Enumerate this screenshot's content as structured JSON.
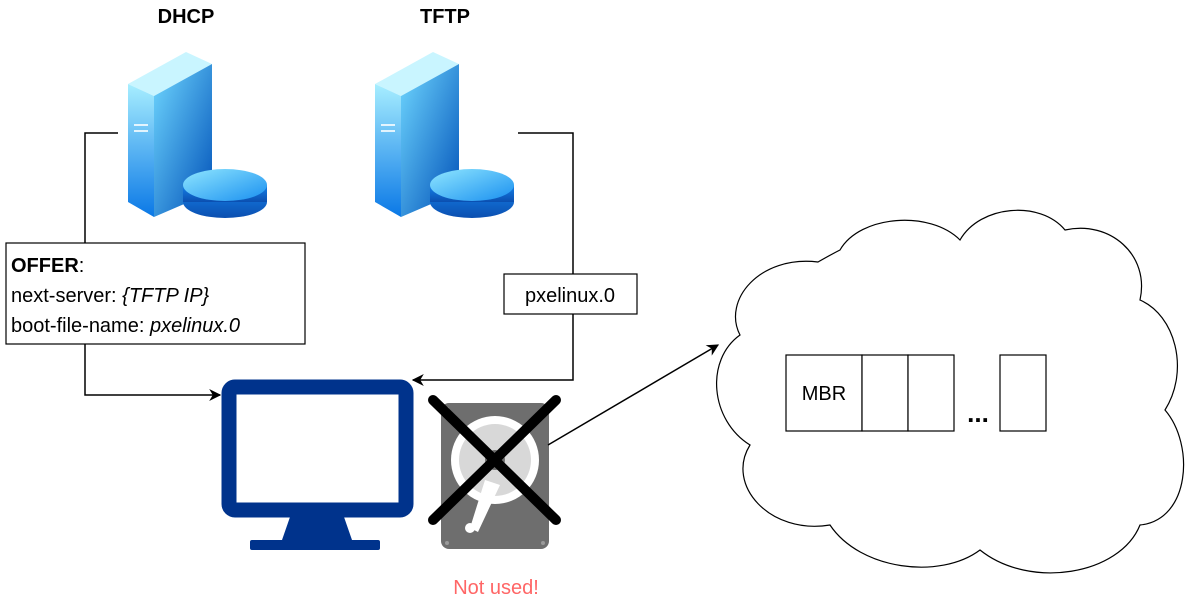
{
  "servers": {
    "dhcp": {
      "label": "DHCP",
      "icon": "server-icon"
    },
    "tftp": {
      "label": "TFTP",
      "icon": "server-icon"
    }
  },
  "offer_box": {
    "title": "OFFER",
    "title_suffix": ":",
    "line1_key": "next-server: ",
    "line1_value": "{TFTP IP}",
    "line2_key": "boot-file-name: ",
    "line2_value": "pxelinux.0"
  },
  "tftp_box": {
    "label": "pxelinux.0"
  },
  "client": {
    "icon": "monitor-icon"
  },
  "disk": {
    "icon": "hard-drive-icon",
    "cross_icon": "cross-icon",
    "status_label": "Not used!"
  },
  "cloud": {
    "icon": "cloud-icon",
    "blocks": [
      {
        "label": "MBR"
      },
      {
        "label": ""
      },
      {
        "label": ""
      },
      {
        "label": ""
      }
    ],
    "ellipsis": "..."
  },
  "colors": {
    "monitor": "#00338C",
    "server_light": "#8FE3FF",
    "server_dark": "#0A6FDB",
    "disk_body": "#6E6E6E",
    "warning_text": "#FF6666",
    "line": "#000000"
  }
}
